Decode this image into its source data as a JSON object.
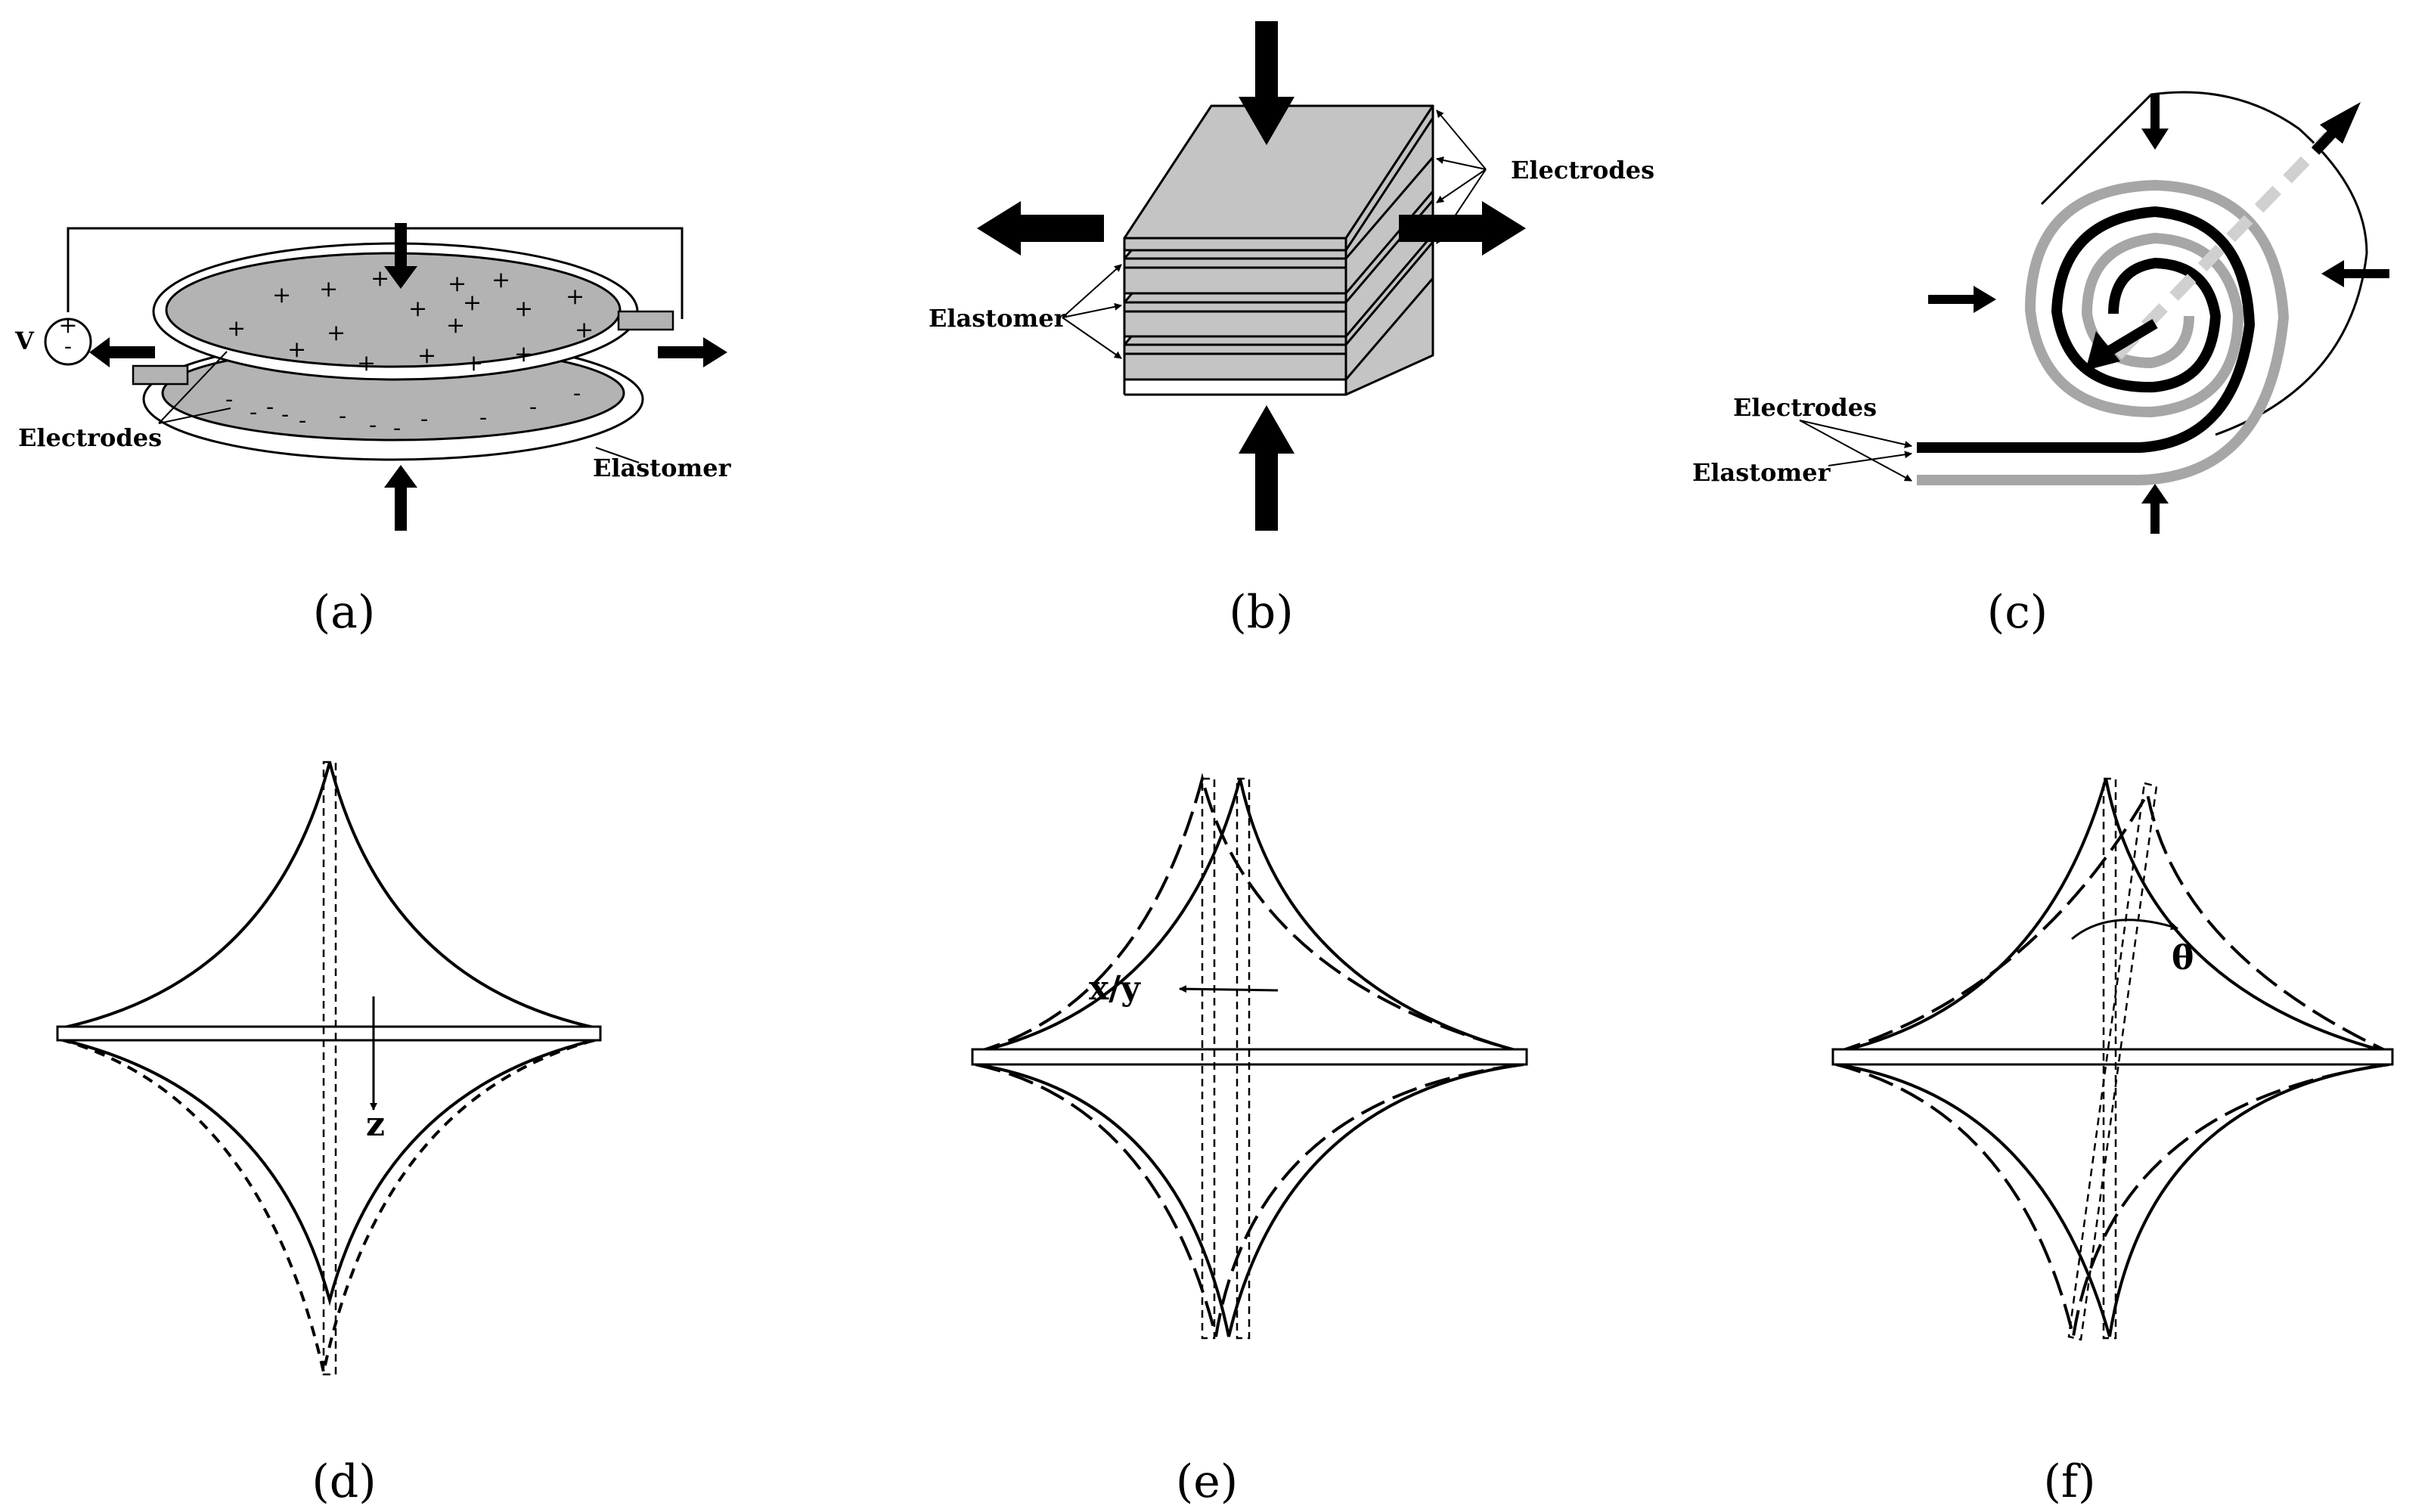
{
  "panels": {
    "a": {
      "caption": "(a)",
      "voltage_label": "V",
      "electrodes_label": "Electrodes",
      "elastomer_label": "Elastomer",
      "plus_sign": "+",
      "minus_sign": "-"
    },
    "b": {
      "caption": "(b)",
      "electrodes_label": "Electrodes",
      "elastomer_label": "Elastomer"
    },
    "c": {
      "caption": "(c)",
      "electrodes_label": "Electrodes",
      "elastomer_label": "Elastomer"
    },
    "d": {
      "caption": "(d)",
      "axis_label": "z"
    },
    "e": {
      "caption": "(e)",
      "axis_label": "x/y"
    },
    "f": {
      "caption": "(f)",
      "axis_label": "θ"
    }
  },
  "colors": {
    "ink": "#000000",
    "electrode_fill": "#b3b3b3",
    "stack_fill": "#c4c4c4",
    "elastomer_gray": "#a6a6a6",
    "dashed_axis_gray": "#d0d0d0"
  }
}
